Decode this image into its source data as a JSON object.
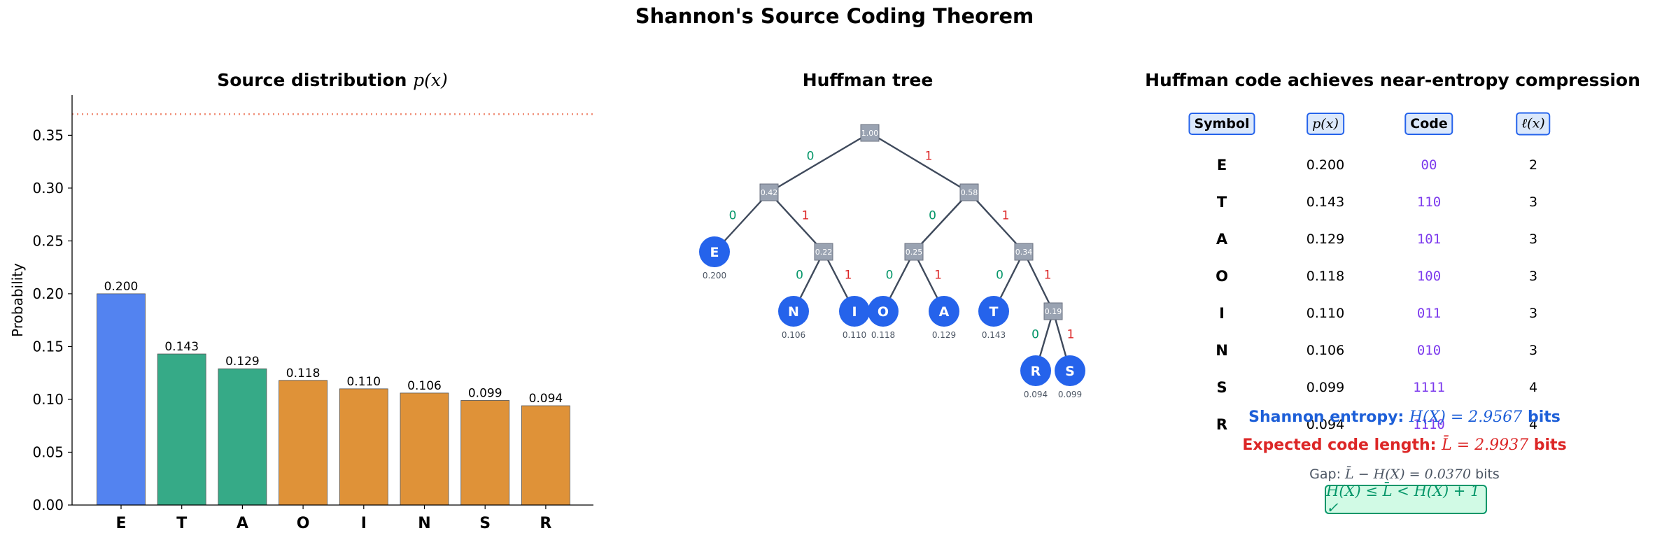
{
  "title": "Shannon's Source Coding Theorem",
  "panels": {
    "distribution": {
      "title_text": "Source distribution ",
      "title_math": "p(x)"
    },
    "tree": {
      "title": "Huffman tree"
    },
    "table": {
      "title": "Huffman code achieves near-entropy compression"
    }
  },
  "chart_data": {
    "type": "bar",
    "categories": [
      "E",
      "T",
      "A",
      "O",
      "I",
      "N",
      "S",
      "R"
    ],
    "values": [
      0.2,
      0.143,
      0.129,
      0.118,
      0.11,
      0.106,
      0.099,
      0.094
    ],
    "value_labels": [
      "0.200",
      "0.143",
      "0.129",
      "0.118",
      "0.110",
      "0.106",
      "0.099",
      "0.094"
    ],
    "bar_colors": [
      "#5383f0",
      "#36aa87",
      "#36aa87",
      "#df9238",
      "#df9238",
      "#df9238",
      "#df9238",
      "#df9238"
    ],
    "ylabel": "Probability",
    "ylim": [
      0,
      0.388
    ],
    "yticks": [
      "0.00",
      "0.05",
      "0.10",
      "0.15",
      "0.20",
      "0.25",
      "0.30",
      "0.35"
    ],
    "reference_line": {
      "y": 0.37,
      "style": "dotted",
      "color": "#f08a72"
    },
    "grid": false
  },
  "huffman_tree": {
    "edge_color": "#3f4a5c",
    "internal_color": "#9aa3b2",
    "leaf_color": "#2563eb",
    "bit_colors": {
      "0": "#059669",
      "1": "#dc2626"
    },
    "internal_nodes": [
      {
        "id": "root",
        "label": "1.00"
      },
      {
        "id": "n042",
        "label": "0.42"
      },
      {
        "id": "n058",
        "label": "0.58"
      },
      {
        "id": "n022",
        "label": "0.22"
      },
      {
        "id": "n025",
        "label": "0.25"
      },
      {
        "id": "n034",
        "label": "0.34"
      },
      {
        "id": "n019",
        "label": "0.19"
      }
    ],
    "leaves": [
      {
        "id": "E",
        "label": "E",
        "prob": "0.200"
      },
      {
        "id": "N",
        "label": "N",
        "prob": "0.106"
      },
      {
        "id": "I",
        "label": "I",
        "prob": "0.110"
      },
      {
        "id": "O",
        "label": "O",
        "prob": "0.118"
      },
      {
        "id": "A",
        "label": "A",
        "prob": "0.129"
      },
      {
        "id": "T",
        "label": "T",
        "prob": "0.143"
      },
      {
        "id": "R",
        "label": "R",
        "prob": "0.094"
      },
      {
        "id": "S",
        "label": "S",
        "prob": "0.099"
      }
    ],
    "edges": [
      {
        "from": "root",
        "to": "n042",
        "bit": "0"
      },
      {
        "from": "root",
        "to": "n058",
        "bit": "1"
      },
      {
        "from": "n042",
        "to": "E",
        "bit": "0"
      },
      {
        "from": "n042",
        "to": "n022",
        "bit": "1"
      },
      {
        "from": "n022",
        "to": "N",
        "bit": "0"
      },
      {
        "from": "n022",
        "to": "I",
        "bit": "1"
      },
      {
        "from": "n058",
        "to": "n025",
        "bit": "0"
      },
      {
        "from": "n058",
        "to": "n034",
        "bit": "1"
      },
      {
        "from": "n025",
        "to": "O",
        "bit": "0"
      },
      {
        "from": "n025",
        "to": "A",
        "bit": "1"
      },
      {
        "from": "n034",
        "to": "T",
        "bit": "0"
      },
      {
        "from": "n034",
        "to": "n019",
        "bit": "1"
      },
      {
        "from": "n019",
        "to": "R",
        "bit": "0"
      },
      {
        "from": "n019",
        "to": "S",
        "bit": "1"
      }
    ]
  },
  "code_table": {
    "headers": {
      "symbol": "Symbol",
      "prob": "p(x)",
      "code": "Code",
      "length": "ℓ(x)"
    },
    "rows": [
      {
        "symbol": "E",
        "prob": "0.200",
        "code": "00",
        "length": "2"
      },
      {
        "symbol": "T",
        "prob": "0.143",
        "code": "110",
        "length": "3"
      },
      {
        "symbol": "A",
        "prob": "0.129",
        "code": "101",
        "length": "3"
      },
      {
        "symbol": "O",
        "prob": "0.118",
        "code": "100",
        "length": "3"
      },
      {
        "symbol": "I",
        "prob": "0.110",
        "code": "011",
        "length": "3"
      },
      {
        "symbol": "N",
        "prob": "0.106",
        "code": "010",
        "length": "3"
      },
      {
        "symbol": "S",
        "prob": "0.099",
        "code": "1111",
        "length": "4"
      },
      {
        "symbol": "R",
        "prob": "0.094",
        "code": "1110",
        "length": "4"
      }
    ]
  },
  "summary": {
    "entropy_label": "Shannon entropy: ",
    "entropy_math": "H(X) = 2.9567",
    "entropy_unit": " bits",
    "length_label": "Expected code length: ",
    "length_math": "L̄ = 2.9937",
    "length_unit": " bits",
    "gap_label": "Gap: ",
    "gap_math": "L̄ − H(X) = 0.0370",
    "gap_unit": " bits",
    "inequality": "H(X) ≤ L̄ < H(X) + 1 ✓"
  }
}
